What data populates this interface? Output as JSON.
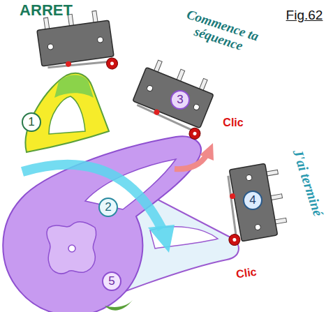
{
  "diagram": {
    "labels": [
      "ARRET",
      "Fig.62",
      "Commence ta séquence",
      "J'ai terminé",
      "Clic",
      "Clic",
      "1",
      "2",
      "3",
      "4",
      "5"
    ]
  }
}
